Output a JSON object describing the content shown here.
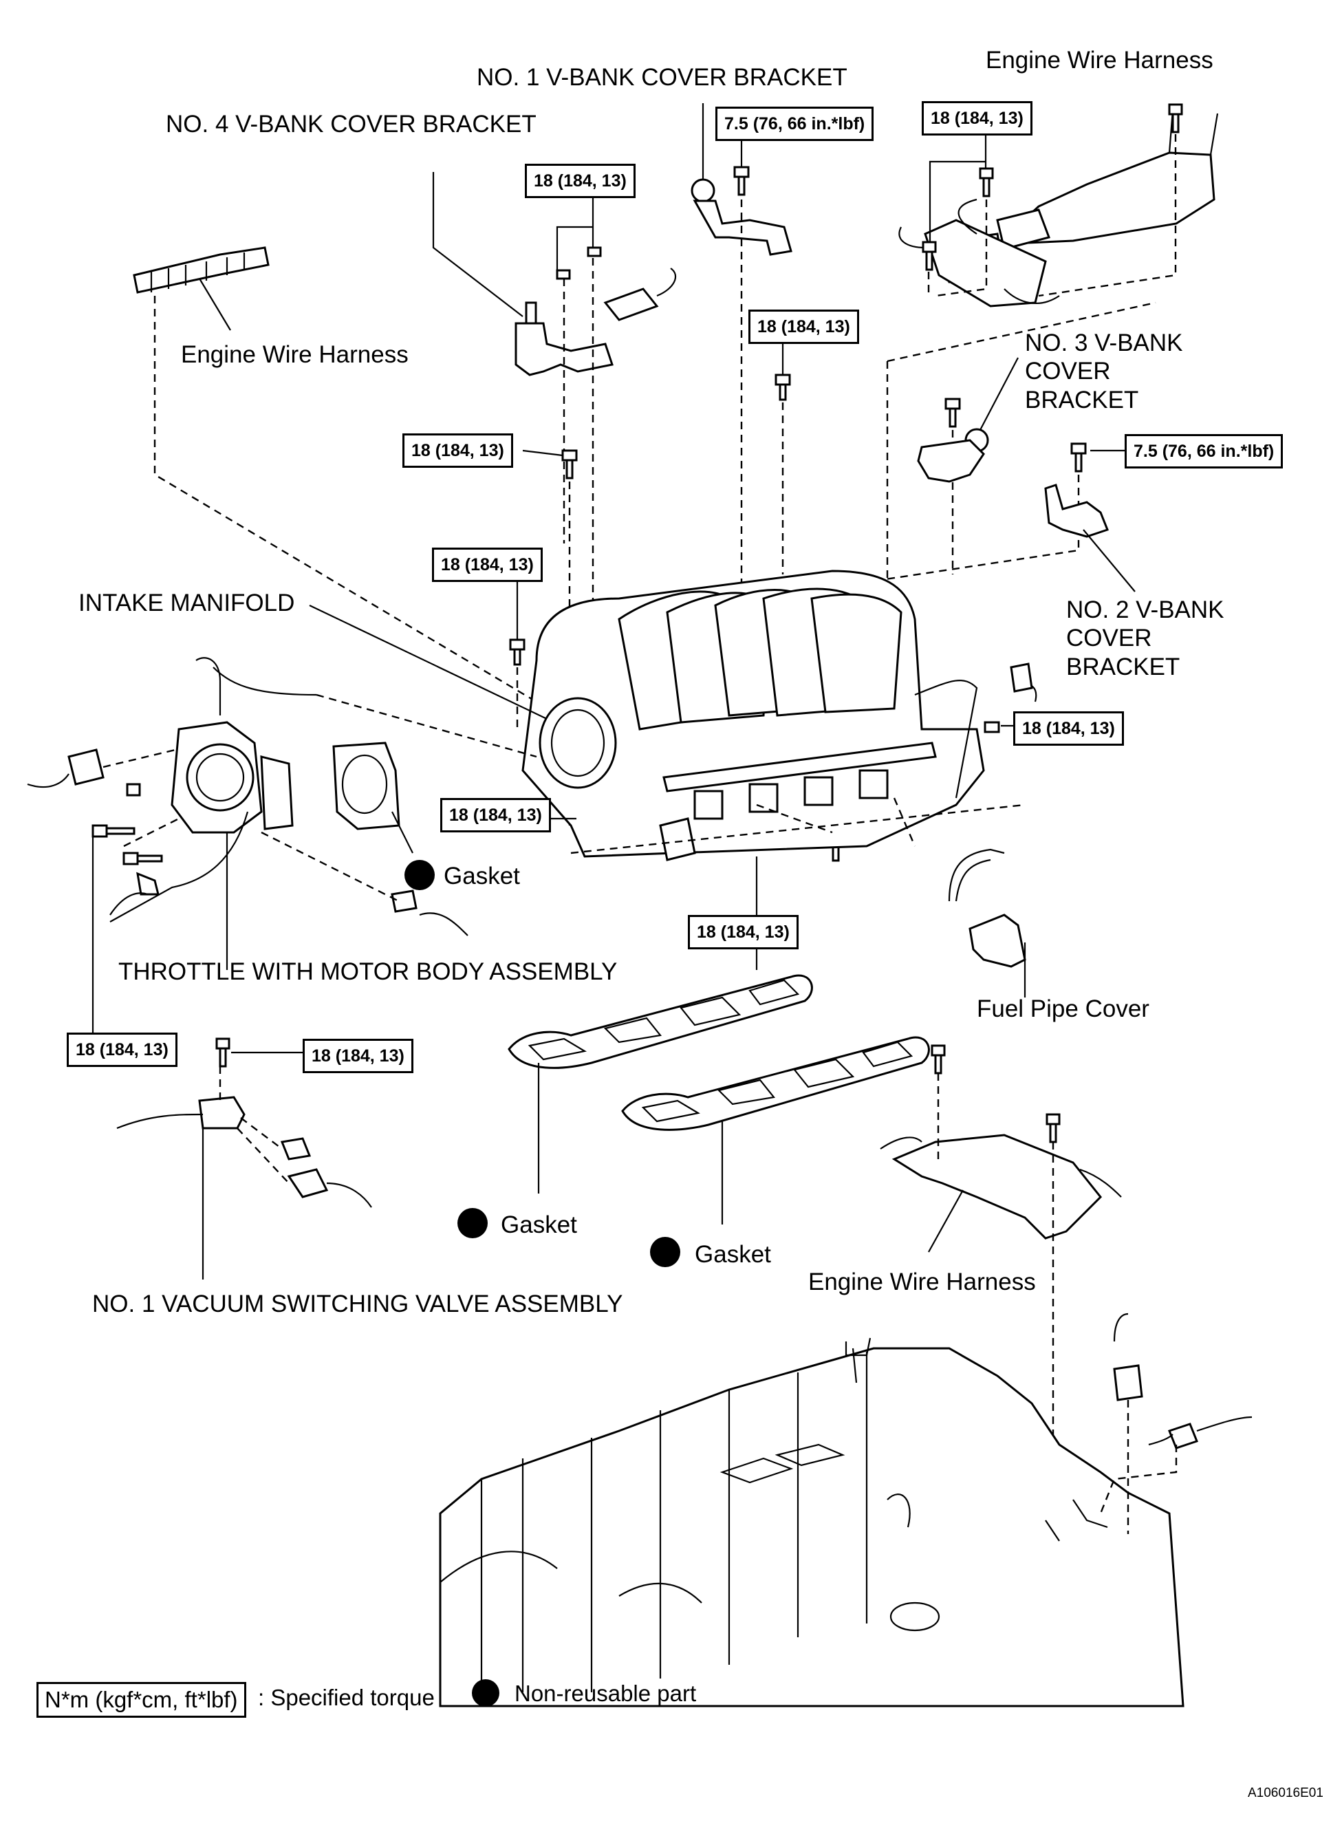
{
  "labels": {
    "no1_bracket": "NO. 1 V-BANK COVER BRACKET",
    "no4_bracket": "NO. 4 V-BANK COVER BRACKET",
    "engine_wire_harness_top_right": "Engine Wire Harness",
    "engine_wire_harness_left": "Engine Wire Harness",
    "no3_bracket": "NO. 3 V-BANK COVER BRACKET",
    "no2_bracket": "NO. 2 V-BANK COVER BRACKET",
    "intake_manifold": "INTAKE MANIFOLD",
    "gasket_throttle": "Gasket",
    "throttle_body": "THROTTLE WITH MOTOR BODY ASSEMBLY",
    "fuel_pipe_cover": "Fuel Pipe Cover",
    "gasket_left": "Gasket",
    "gasket_right": "Gasket",
    "engine_wire_harness_lower": "Engine Wire Harness",
    "vsv": "NO. 1 VACUUM SWITCHING VALVE ASSEMBLY"
  },
  "torque": {
    "t_no4_bracket": "18 (184, 13)",
    "t_no1_bracket": "7.5 (76, 66 in.*lbf)",
    "t_harness_top": "18 (184, 13)",
    "t_mid_top": "18 (184, 13)",
    "t_no2_bracket": "7.5 (76, 66 in.*lbf)",
    "t_left_upper": "18 (184, 13)",
    "t_left_mid": "18 (184, 13)",
    "t_right_mid": "18 (184, 13)",
    "t_center_low": "18 (184, 13)",
    "t_bottom": "18 (184, 13)",
    "t_throttle": "18 (184, 13)",
    "t_vsv": "18 (184, 13)"
  },
  "legend": {
    "torque_unit": "N*m (kgf*cm, ft*lbf)",
    "torque_text": ": Specified torque",
    "nonreusable_text": "Non-reusable part"
  },
  "figure_code": "A106016E01",
  "icons": [
    "non-reusable-dot-icon"
  ],
  "colors": {
    "ink": "#000000",
    "paper": "#ffffff"
  }
}
